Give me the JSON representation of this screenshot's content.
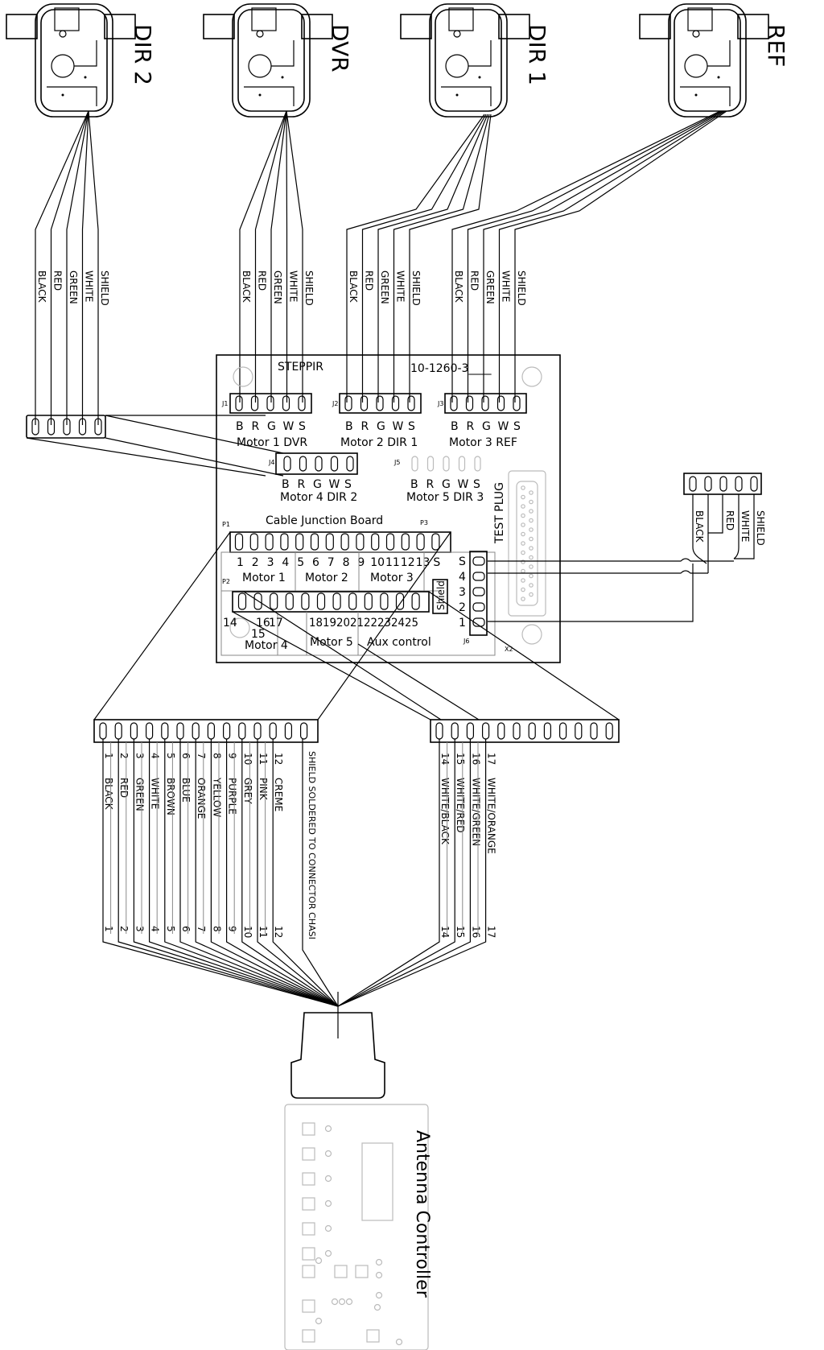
{
  "motors": [
    {
      "label": "DIR 2"
    },
    {
      "label": "DVR"
    },
    {
      "label": "DIR 1"
    },
    {
      "label": "REF"
    }
  ],
  "motor_wires": [
    "BLACK",
    "RED",
    "GREEN",
    "WHITE",
    "SHIELD"
  ],
  "board": {
    "name": "STEPPIR",
    "part": "10-1260-3____",
    "title": "Cable Junction Board",
    "pin_letters": [
      "B",
      "R",
      "G",
      "W",
      "S"
    ],
    "headers": {
      "j1": "J1",
      "j2": "J2",
      "j3": "J3",
      "j4": "J4",
      "j5": "J5",
      "j6": "J6",
      "p1": "P1",
      "p2": "P2",
      "p3": "P3",
      "x2": "X2"
    },
    "motor_labels": {
      "m1": "Motor 1 DVR",
      "m2": "Motor 2 DIR 1",
      "m3": "Motor 3 REF",
      "m4": "Motor 4 DIR 2",
      "m5": "Motor 5 DIR 3"
    },
    "p1_numbers": [
      "1",
      "2",
      "3",
      "4",
      "5",
      "6",
      "7",
      "8",
      "9",
      "10",
      "11",
      "12",
      "13",
      "S"
    ],
    "p1_groups": [
      "Motor 1",
      "Motor 2",
      "Motor 3"
    ],
    "p2_numbers": {
      "n14": "14",
      "n15": "15",
      "n16": "16",
      "n17": "17",
      "n18_25": "1819202122232425"
    },
    "p2_groups": [
      "Motor 4",
      "Motor 5",
      "Aux control"
    ],
    "j6_pins": [
      "S",
      "4",
      "3",
      "2",
      "1"
    ],
    "shield_label": "Shield",
    "test_plug": "TEST PLUG"
  },
  "test_cable_wires": [
    "BLACK",
    "RED",
    "WHITE",
    "SHIELD"
  ],
  "main_cable": {
    "left_wires": [
      {
        "num": "1",
        "color": "BLACK"
      },
      {
        "num": "2",
        "color": "RED"
      },
      {
        "num": "3",
        "color": "GREEN"
      },
      {
        "num": "4",
        "color": "WHITE"
      },
      {
        "num": "5",
        "color": "BROWN"
      },
      {
        "num": "6",
        "color": "BLUE"
      },
      {
        "num": "7",
        "color": "ORANGE"
      },
      {
        "num": "8",
        "color": "YELLOW"
      },
      {
        "num": "9",
        "color": "PURPLE"
      },
      {
        "num": "10",
        "color": "GREY"
      },
      {
        "num": "11",
        "color": "PINK"
      },
      {
        "num": "12",
        "color": "CREME"
      }
    ],
    "shield_note": "SHIELD SOLDERED TO CONNECTOR CHASI",
    "right_wires": [
      {
        "num": "14",
        "color": "WHITE/BLACK"
      },
      {
        "num": "15",
        "color": "WHITE/RED"
      },
      {
        "num": "16",
        "color": "WHITE/GREEN"
      },
      {
        "num": "17",
        "color": "WHITE/ORANGE"
      }
    ]
  },
  "controller": {
    "label": "Antenna Controller"
  }
}
